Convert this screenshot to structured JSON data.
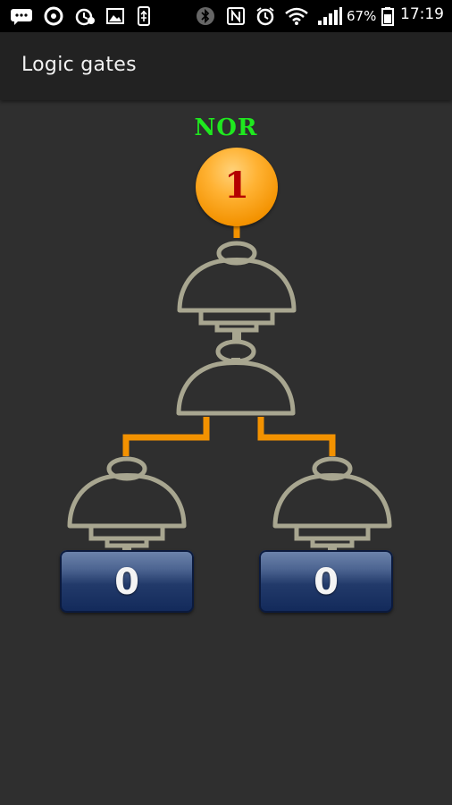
{
  "status_bar": {
    "battery": "67%",
    "time": "17:19"
  },
  "app": {
    "title": "Logic gates"
  },
  "circuit": {
    "gate_name": "NOR",
    "output_value": "1",
    "inputs": [
      {
        "label": "0"
      },
      {
        "label": "0"
      }
    ]
  },
  "colors": {
    "background": "#2f2f2f",
    "gate_label": "#1fe81f",
    "wire": "#f39200",
    "gate_body": "#a8a690",
    "output_ball": "#f39200",
    "output_text": "#b40000",
    "input_button": "#223a6a"
  }
}
